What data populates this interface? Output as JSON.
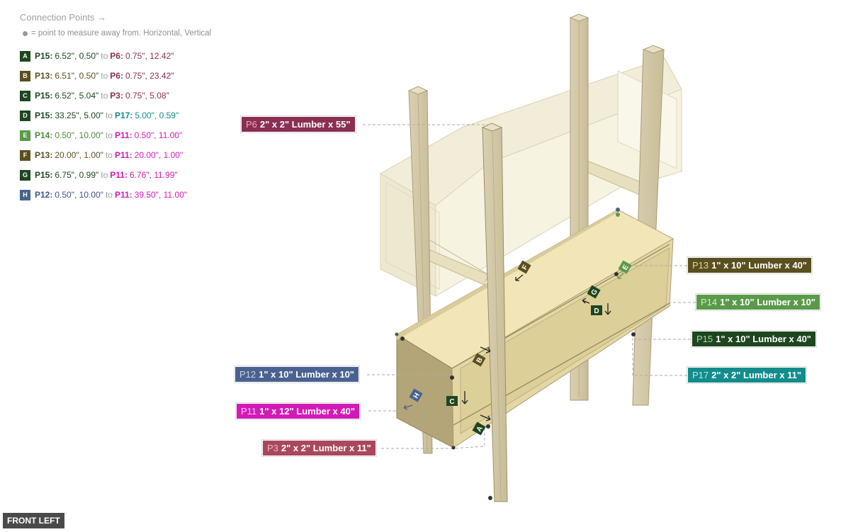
{
  "legend": {
    "title": "Connection Points →",
    "note": "= point to measure away from. Horizontal, Vertical",
    "to_word": "to",
    "rows": [
      {
        "letter": "A",
        "badge_color": "#1e4620",
        "p1": "P15:",
        "p1_color": "#1e4620",
        "v1": "6.52\", 0.50\"",
        "p2": "P6:",
        "p2_color": "#8a2f52",
        "v2": "0.75\", 12.42\""
      },
      {
        "letter": "B",
        "badge_color": "#5a4f1e",
        "p1": "P13:",
        "p1_color": "#5a4f1e",
        "v1": "6.51\", 0.50\"",
        "p2": "P6:",
        "p2_color": "#8a2f52",
        "v2": "0.75\", 23.42\""
      },
      {
        "letter": "C",
        "badge_color": "#1e4620",
        "p1": "P15:",
        "p1_color": "#1e4620",
        "v1": "6.52\", 5.04\"",
        "p2": "P3:",
        "p2_color": "#8a2f52",
        "v2": "0.75\", 5.08\""
      },
      {
        "letter": "D",
        "badge_color": "#1e4620",
        "p1": "P15:",
        "p1_color": "#1e4620",
        "v1": "33.25\", 5.00\"",
        "p2": "P17:",
        "p2_color": "#138c8c",
        "v2": "5.00\", 0.59\""
      },
      {
        "letter": "E",
        "badge_color": "#5a9a4a",
        "p1": "P14:",
        "p1_color": "#4e8a3e",
        "v1": "0.50\", 10.00\"",
        "p2": "P11:",
        "p2_color": "#d31ab6",
        "v2": "0.50\", 11.00\""
      },
      {
        "letter": "F",
        "badge_color": "#5a4f1e",
        "p1": "P13:",
        "p1_color": "#5a4f1e",
        "v1": "20.00\", 1.00\"",
        "p2": "P11:",
        "p2_color": "#d31ab6",
        "v2": "20.00\", 1.00\""
      },
      {
        "letter": "G",
        "badge_color": "#1e4620",
        "p1": "P15:",
        "p1_color": "#1e4620",
        "v1": "6.75\", 0.99\"",
        "p2": "P11:",
        "p2_color": "#d31ab6",
        "v2": "6.76\", 11.99\""
      },
      {
        "letter": "H",
        "badge_color": "#4a628f",
        "p1": "P12:",
        "p1_color": "#3d5688",
        "v1": "0.50\", 10.00\"",
        "p2": "P11:",
        "p2_color": "#d31ab6",
        "v2": "39.50\", 11.00\""
      }
    ]
  },
  "callouts": [
    {
      "id": "P6",
      "label": "2\" x 2\" Lumber x 55\"",
      "color": "#8a2f52",
      "id_color": "#f2a7c7"
    },
    {
      "id": "P13",
      "label": "1\" x 10\" Lumber  x 40\"",
      "color": "#5a4f1e",
      "id_color": "#e4d89a"
    },
    {
      "id": "P14",
      "label": "1\" x 10\" Lumber  x 10\"",
      "color": "#5a9a4a",
      "id_color": "#d2f0c4"
    },
    {
      "id": "P15",
      "label": "1\" x 10\" Lumber  x 40\"",
      "color": "#1e4620",
      "id_color": "#a9dca6"
    },
    {
      "id": "P12",
      "label": "1\" x 10\" Lumber  x 10\"",
      "color": "#4a628f",
      "id_color": "#c5d3ef"
    },
    {
      "id": "P17",
      "label": "2\" x 2\" Lumber x 11\"",
      "color": "#138c8c",
      "id_color": "#b6ecec"
    },
    {
      "id": "P11",
      "label": "1\" x 12\" Lumber  x 40\"",
      "color": "#d31ab6",
      "id_color": "#ffc2f4"
    },
    {
      "id": "P3",
      "label": "2\" x 2\" Lumber x 11\"",
      "color": "#a8485f",
      "id_color": "#f5b5c4"
    }
  ],
  "view_label": "FRONT LEFT"
}
